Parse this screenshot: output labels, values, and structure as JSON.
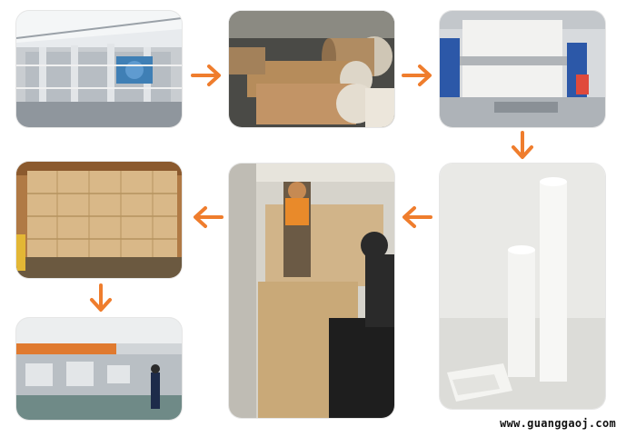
{
  "watermark": {
    "text": "www.guanggaoj.com"
  },
  "colors": {
    "arrow": "#ef7d2d"
  },
  "steps": [
    {
      "name": "paper-machine-photo"
    },
    {
      "name": "paper-rolls-warehouse-photo"
    },
    {
      "name": "coating-machine-photo"
    },
    {
      "name": "finished-paper-rolls-photo"
    },
    {
      "name": "container-loading-photo"
    },
    {
      "name": "packed-cartons-photo"
    },
    {
      "name": "production-line-photo"
    }
  ]
}
